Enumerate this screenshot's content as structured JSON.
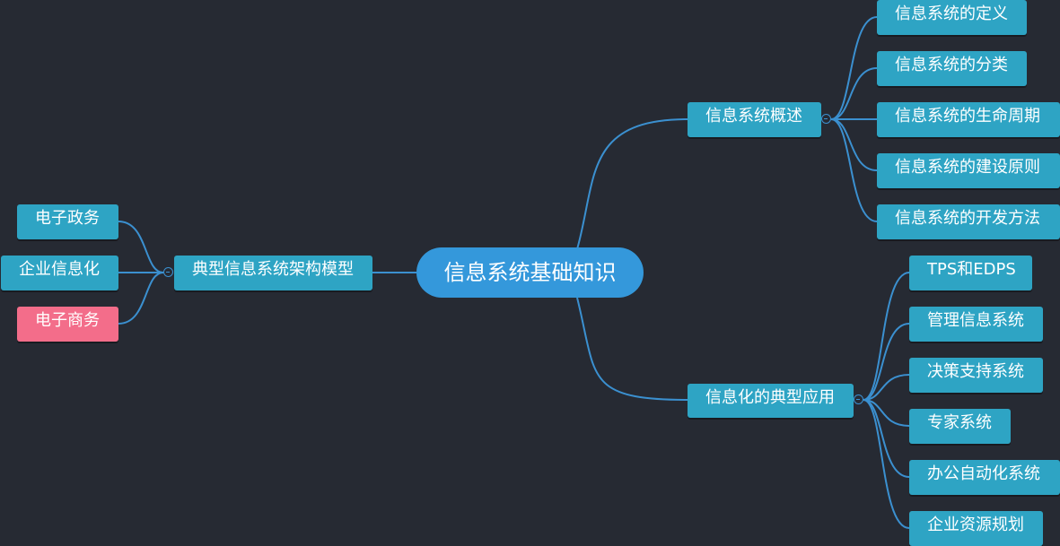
{
  "center": {
    "label": "信息系统基础知识"
  },
  "branches": {
    "overview": {
      "label": "信息系统概述",
      "children": [
        "信息系统的定义",
        "信息系统的分类",
        "信息系统的生命周期",
        "信息系统的建设原则",
        "信息系统的开发方法"
      ]
    },
    "applications": {
      "label": "信息化的典型应用",
      "children": [
        "TPS和EDPS",
        "管理信息系统",
        "决策支持系统",
        "专家系统",
        "办公自动化系统",
        "企业资源规划"
      ]
    },
    "architecture": {
      "label": "典型信息系统架构模型",
      "children": [
        "电子政务",
        "企业信息化",
        "电子商务"
      ]
    }
  },
  "colors": {
    "background": "#262a33",
    "root_node": "#3498db",
    "node": "#2ea4c4",
    "highlight_node": "#f36d8a",
    "connector": "#3b90d0",
    "text": "#ffffff"
  },
  "icons": {
    "collapse": "minus-circle-icon"
  }
}
